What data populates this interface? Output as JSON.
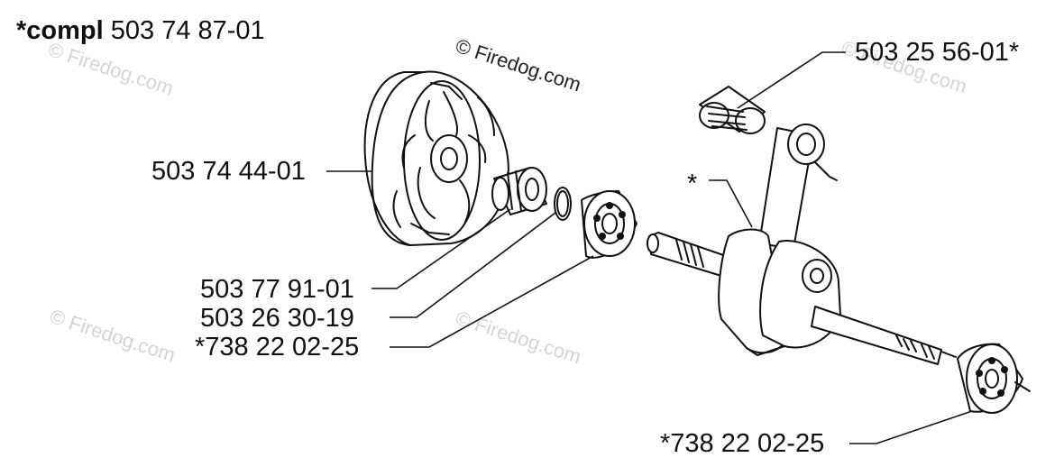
{
  "header": {
    "prefix": "*compl",
    "number": "503 74 87-01"
  },
  "watermark": {
    "main": "© Firedog.com",
    "faint": "© Firedog.com"
  },
  "colors": {
    "line": "#111111",
    "background": "#ffffff",
    "watermark": "#d4d4d4",
    "watermark_main": "#222222"
  },
  "parts": [
    {
      "id": "clutch",
      "number": "503 74 44-01"
    },
    {
      "id": "needle-bearing-top",
      "number": "503 25 56-01*"
    },
    {
      "id": "crankshaft",
      "number": "*"
    },
    {
      "id": "clutch-drum-spacer",
      "number": "503 77 91-01"
    },
    {
      "id": "washer",
      "number": "503 26 30-19"
    },
    {
      "id": "ball-bearing-left",
      "number": "*738 22 02-25"
    },
    {
      "id": "ball-bearing-right",
      "number": "*738 22 02-25"
    }
  ]
}
